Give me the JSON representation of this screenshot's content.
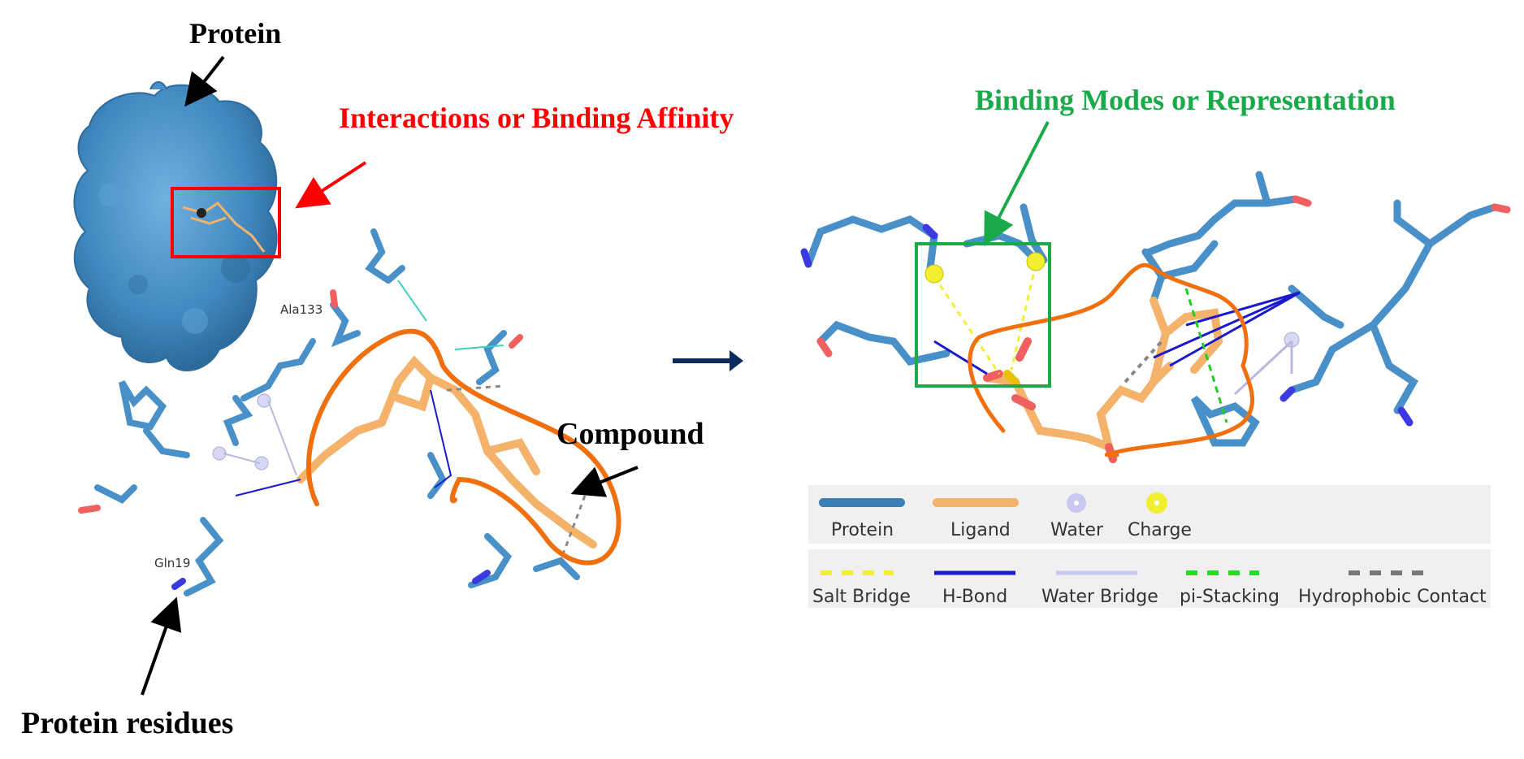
{
  "labels": {
    "protein": "Protein",
    "interactions": "Interactions or Binding Affinity",
    "compound": "Compound",
    "protein_residues": "Protein residues",
    "binding_modes": "Binding Modes or Representation",
    "residue_ala": "Ala133",
    "residue_gln": "Gln19"
  },
  "legend": {
    "row1": [
      {
        "label": "Protein",
        "icon": "blue-thick-line"
      },
      {
        "label": "Ligand",
        "icon": "orange-thick-line"
      },
      {
        "label": "Water",
        "icon": "lavender-sphere"
      },
      {
        "label": "Charge",
        "icon": "yellow-sphere"
      }
    ],
    "row2": [
      {
        "label": "Salt Bridge",
        "icon": "yellow-dashed-line"
      },
      {
        "label": "H-Bond",
        "icon": "blue-solid-line"
      },
      {
        "label": "Water Bridge",
        "icon": "lavender-solid-line"
      },
      {
        "label": "pi-Stacking",
        "icon": "green-dashed-line"
      },
      {
        "label": "Hydrophobic Contact",
        "icon": "gray-dashed-line"
      }
    ]
  },
  "colors": {
    "protein": "#4a90c8",
    "ligand": "#f5b26b",
    "outline_orange": "#f07010",
    "red_label": "#ff0000",
    "green_label": "#1aaa4a",
    "dark_arrow": "#0d2a5e"
  }
}
